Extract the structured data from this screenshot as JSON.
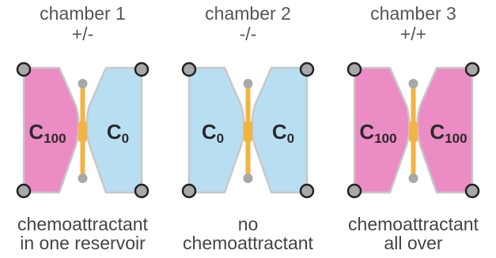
{
  "chambers": [
    {
      "title": "chamber 1",
      "condition": "+/-",
      "left_label": "C",
      "left_sub": "100",
      "right_label": "C",
      "right_sub": "0",
      "left_color": "#ec8cc4",
      "right_color": "#b8def2",
      "caption_line1": "chemoattractant",
      "caption_line2": "in one reservoir"
    },
    {
      "title": "chamber 2",
      "condition": "-/-",
      "left_label": "C",
      "left_sub": "0",
      "right_label": "C",
      "right_sub": "0",
      "left_color": "#b8def2",
      "right_color": "#b8def2",
      "caption_line1": "no",
      "caption_line2": "chemoattractant"
    },
    {
      "title": "chamber 3",
      "condition": "+/+",
      "left_label": "C",
      "left_sub": "100",
      "right_label": "C",
      "right_sub": "100",
      "left_color": "#ec8cc4",
      "right_color": "#ec8cc4",
      "caption_line1": "chemoattractant",
      "caption_line2": "all over"
    }
  ],
  "colors": {
    "channel": "#f2b441",
    "port": "#a8a8a8",
    "outline": "#c8c8c8"
  }
}
